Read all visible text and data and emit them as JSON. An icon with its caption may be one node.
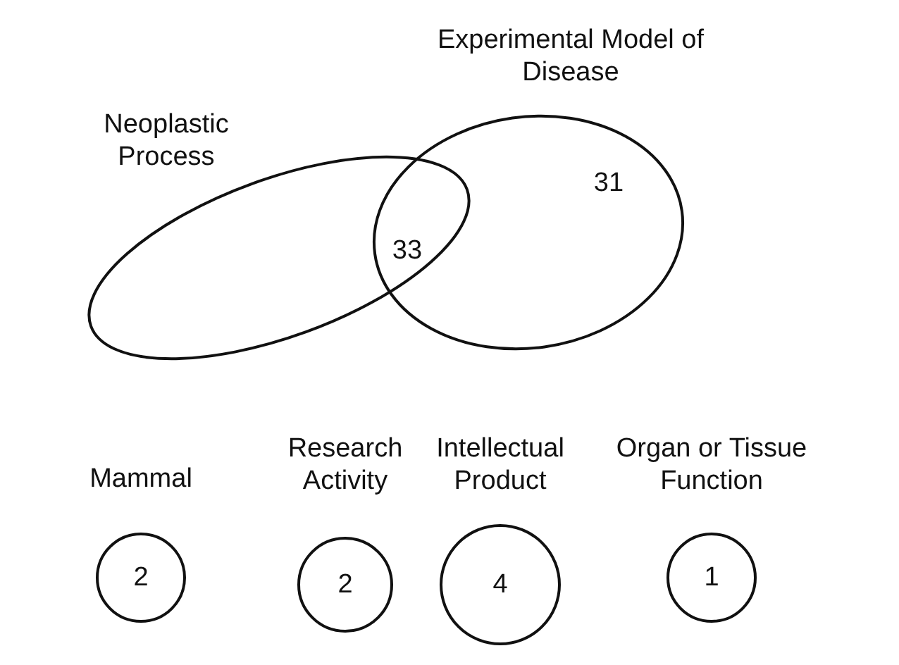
{
  "diagram": {
    "nodes": [
      {
        "text": [
          "Neoplastic Process"
        ]
      },
      {
        "text": [
          "Experimental Model of Disease",
          "31"
        ]
      },
      {
        "text": [
          "Mammal",
          "2"
        ]
      },
      {
        "text": [
          "Research Activity",
          "2"
        ]
      },
      {
        "text": [
          "Intellectual Product",
          "4"
        ]
      },
      {
        "text": [
          "Organ or Tissue Function",
          "1"
        ]
      }
    ],
    "edges": [],
    "labels": [
      "33"
    ]
  }
}
